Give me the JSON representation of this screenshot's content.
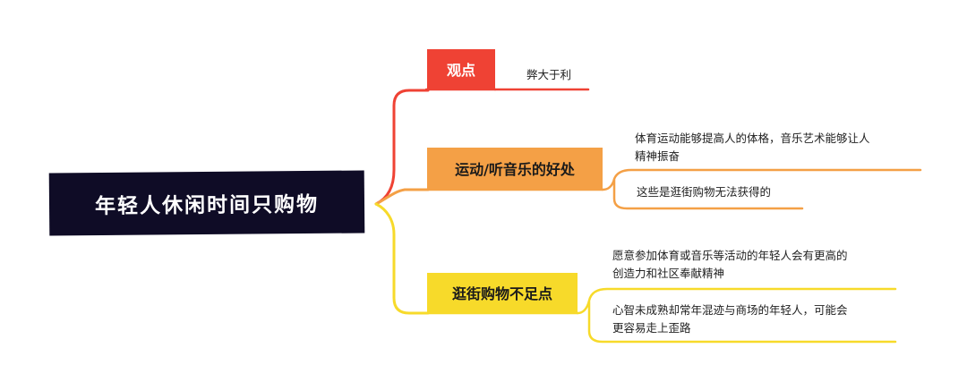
{
  "root": {
    "label": "年轻人休闲时间只购物"
  },
  "branches": [
    {
      "label": "观点",
      "color": "#ef4234",
      "children": [
        {
          "lines": [
            "弊大于利"
          ]
        }
      ]
    },
    {
      "label": "运动/听音乐的好处",
      "color": "#f4a046",
      "children": [
        {
          "lines": [
            "体育运动能够提高人的体格，音乐艺术能够让人",
            "精神振奋"
          ]
        },
        {
          "lines": [
            "这些是逛街购物无法获得的"
          ]
        }
      ]
    },
    {
      "label": "逛街购物不足点",
      "color": "#f7da2a",
      "children": [
        {
          "lines": [
            "愿意参加体育或音乐等活动的年轻人会有更高的",
            "创造力和社区奉献精神"
          ]
        },
        {
          "lines": [
            "心智未成熟却常年混迹与商场的年轻人，可能会",
            "更容易走上歪路"
          ]
        }
      ]
    }
  ]
}
